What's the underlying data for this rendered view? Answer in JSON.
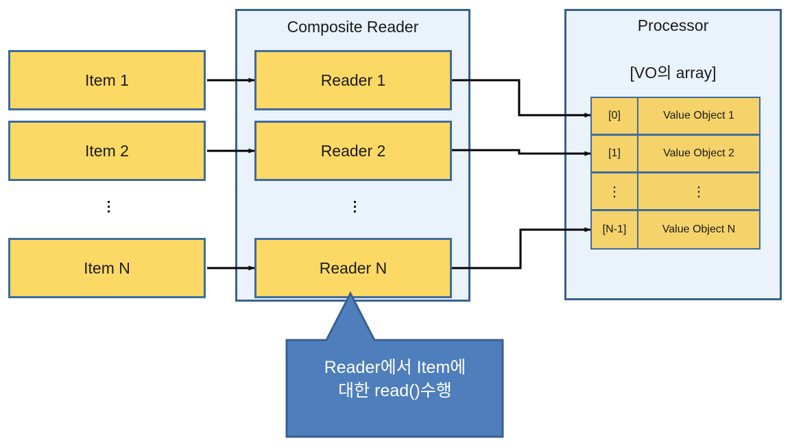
{
  "diagram": {
    "title_left": "",
    "items": [
      {
        "label": "Item 1"
      },
      {
        "label": "Item 2"
      },
      {
        "label": "Item N"
      }
    ],
    "composite_reader": {
      "title": "Composite Reader",
      "readers": [
        {
          "label": "Reader 1"
        },
        {
          "label": "Reader 2"
        },
        {
          "label": "Reader N"
        }
      ],
      "ellipsis": "⋮"
    },
    "processor": {
      "title": "Processor",
      "subtitle": "[VO의 array]",
      "array_rows": [
        {
          "index": "[0]",
          "value": "Value Object 1"
        },
        {
          "index": "[1]",
          "value": "Value Object 2"
        },
        {
          "index": "⋮",
          "value": "⋮"
        },
        {
          "index": "[N-1]",
          "value": "Value Object N"
        }
      ]
    },
    "callout": {
      "text": "Reader에서 Item에\n대한 read()수행"
    },
    "colors": {
      "box_fill": "#FCD965",
      "box_border": "#3E6B9E",
      "panel_fill": "#EAF2FB",
      "panel_border": "#38618F",
      "callout_fill": "#4E7EBB",
      "callout_border": "#3A5F8F",
      "arrow": "#000000",
      "text": "#1a1a1a",
      "callout_text": "#FFFFFF"
    }
  }
}
